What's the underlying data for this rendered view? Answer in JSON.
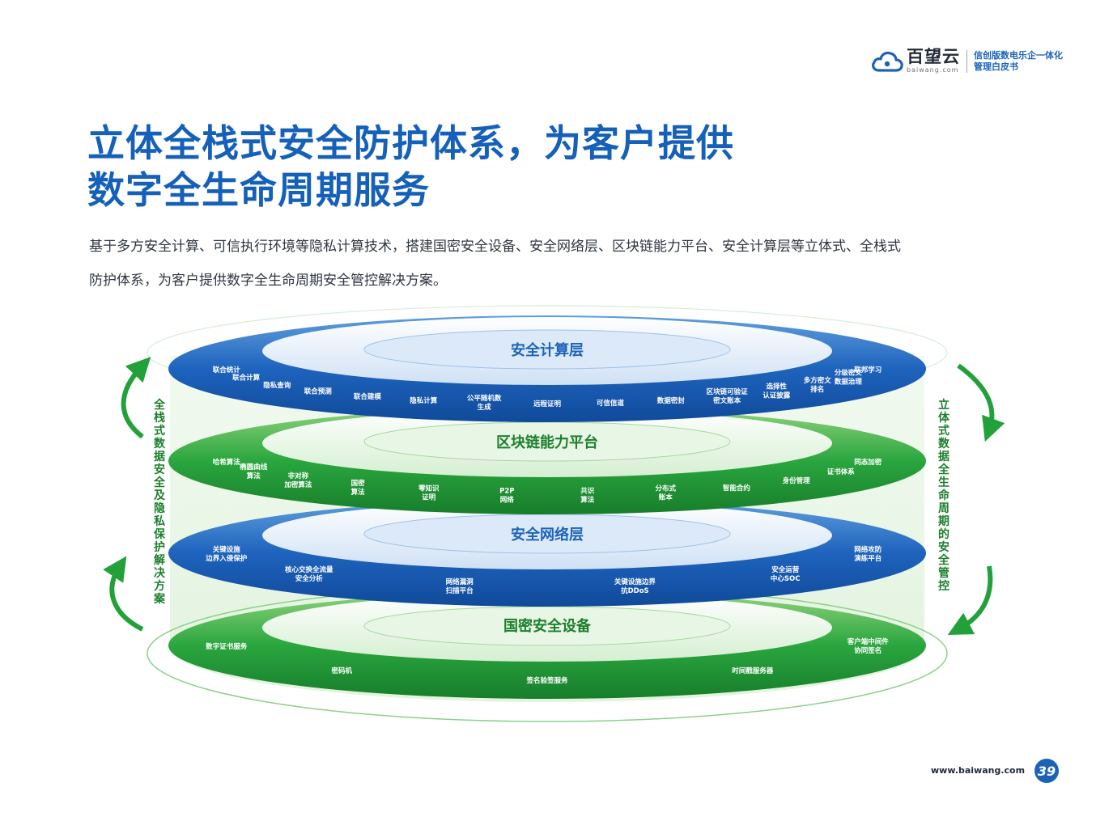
{
  "header": {
    "brand_cn": "百望云",
    "brand_en": "baiwang.com",
    "title_line1": "信创版数电乐企一体化",
    "title_line2": "管理白皮书"
  },
  "title": {
    "line1": "立体全栈式安全防护体系，为客户提供",
    "line2": "数字全生命周期服务"
  },
  "intro": {
    "line1": "基于多方安全计算、可信执行环境等隐私计算技术，搭建国密安全设备、安全网络层、区块链能力平台、安全计算层等立体式、全栈式",
    "line2": "防护体系，为客户提供数字全生命周期安全管控解决方案。"
  },
  "diagram": {
    "left_caption": "全栈式数据安全及隐私保护解决方案",
    "right_caption": "立体式数据全生命周期的安全管控",
    "layers": [
      {
        "name": "安全计算层",
        "items": [
          {
            "line1": "联合统计",
            "line2": ""
          },
          {
            "line1": "联合计算",
            "line2": ""
          },
          {
            "line1": "隐私查询",
            "line2": ""
          },
          {
            "line1": "联合预测",
            "line2": ""
          },
          {
            "line1": "联合建模",
            "line2": ""
          },
          {
            "line1": "隐私计算",
            "line2": ""
          },
          {
            "line1": "公平随机数",
            "line2": "生成"
          },
          {
            "line1": "远程证明",
            "line2": ""
          },
          {
            "line1": "可信信道",
            "line2": ""
          },
          {
            "line1": "数据密封",
            "line2": ""
          },
          {
            "line1": "区块链可验证",
            "line2": "密文账本"
          },
          {
            "line1": "选择性",
            "line2": "认证披露"
          },
          {
            "line1": "多方密文",
            "line2": "排名"
          },
          {
            "line1": "分级密文",
            "line2": "数据治理"
          },
          {
            "line1": "联邦学习",
            "line2": ""
          }
        ]
      },
      {
        "name": "区块链能力平台",
        "items": [
          {
            "line1": "哈希算法",
            "line2": ""
          },
          {
            "line1": "椭圆曲线",
            "line2": "算法"
          },
          {
            "line1": "非对称",
            "line2": "加密算法"
          },
          {
            "line1": "国密",
            "line2": "算法"
          },
          {
            "line1": "零知识",
            "line2": "证明"
          },
          {
            "line1": "P2P",
            "line2": "网络"
          },
          {
            "line1": "共识",
            "line2": "算法"
          },
          {
            "line1": "分布式",
            "line2": "账本"
          },
          {
            "line1": "智能合约",
            "line2": ""
          },
          {
            "line1": "身份管理",
            "line2": ""
          },
          {
            "line1": "证书体系",
            "line2": ""
          },
          {
            "line1": "同态加密",
            "line2": ""
          }
        ]
      },
      {
        "name": "安全网络层",
        "items": [
          {
            "line1": "关键设施",
            "line2": "边界入侵保护"
          },
          {
            "line1": "核心交换全流量",
            "line2": "安全分析"
          },
          {
            "line1": "网络漏洞",
            "line2": "扫描平台"
          },
          {
            "line1": "关键设施边界",
            "line2": "抗DDoS"
          },
          {
            "line1": "安全运营",
            "line2": "中心SOC"
          },
          {
            "line1": "网络攻防",
            "line2": "演练平台"
          }
        ]
      },
      {
        "name": "国密安全设备",
        "items": [
          {
            "line1": "数字证书服务",
            "line2": ""
          },
          {
            "line1": "密码机",
            "line2": ""
          },
          {
            "line1": "签名验签服务",
            "line2": ""
          },
          {
            "line1": "时间戳服务器",
            "line2": ""
          },
          {
            "line1": "客户端中间件",
            "line2": "协同签名"
          }
        ]
      }
    ]
  },
  "footer": {
    "url": "www.baiwang.com",
    "page": "39"
  },
  "colors": {
    "blue": "#1c63b8",
    "green": "#22a13a"
  }
}
